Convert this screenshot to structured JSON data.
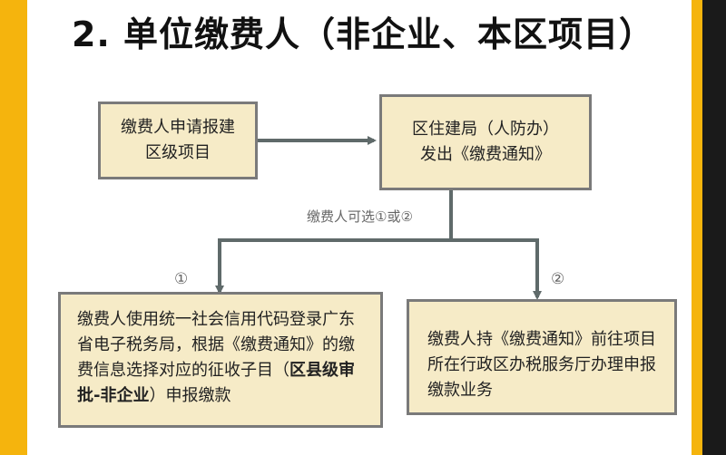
{
  "title": "2. 单位缴费人（非企业、本区项目）",
  "boxes": {
    "apply": {
      "text": "缴费人申请报建\n区级项目"
    },
    "notice": {
      "text": "区住建局（人防办）\n发出《缴费通知》"
    },
    "online": {
      "text_before": "缴费人使用统一社会信用代码登录广东省电子税务局，根据《缴费通知》的缴费信息选择对应的征收子目（",
      "text_bold": "区县级审批-非企业",
      "text_after": "）申报缴款"
    },
    "offline": {
      "text": "缴费人持《缴费通知》前往项目所在行政区办税服务厅办理申报缴款业务"
    }
  },
  "labels": {
    "choice": "缴费人可选①或②",
    "option1": "①",
    "option2": "②"
  },
  "colors": {
    "side_bar": "#f5b40d",
    "box_fill": "#f6ebc7",
    "box_border": "#7a7a7a",
    "connector": "#5f6a6a"
  }
}
